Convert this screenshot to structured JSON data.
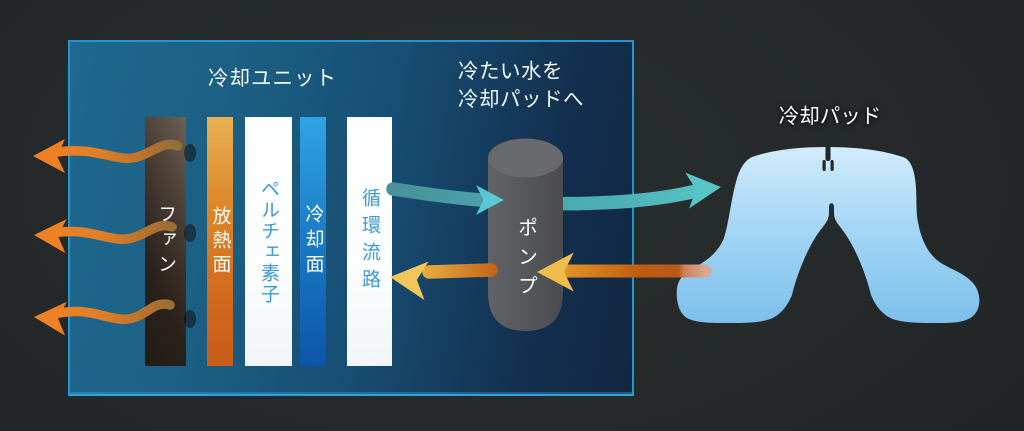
{
  "diagram": {
    "unit": {
      "title": "冷却ユニット",
      "panel_color_left": "#20688e",
      "panel_color_right": "#112841",
      "border_color": "#2196d3"
    },
    "flow_note": {
      "line1": "冷たい水を",
      "line2": "冷却パッドへ"
    },
    "components": [
      {
        "id": "fan",
        "label": "ファン",
        "bar_color": "#3a2f26",
        "text_color": "#ffffff"
      },
      {
        "id": "heat-radiating-face",
        "label": "放熱面",
        "bar_color": "#d2691e",
        "text_color": "#ffffff"
      },
      {
        "id": "peltier-element",
        "label": "ペルチェ素子",
        "bar_color": "#fbfdfe",
        "text_color": "#3d9ad2"
      },
      {
        "id": "cooling-face",
        "label": "冷却面",
        "bar_color": "#1b7cc5",
        "text_color": "#ffffff"
      },
      {
        "id": "circulation-channel",
        "label": "循環流路",
        "bar_color": "#fbfdfe",
        "text_color": "#3d9ad2"
      }
    ],
    "pump": {
      "label": "ポンプ",
      "color": "#55565a"
    },
    "pad": {
      "label": "冷却パッド",
      "color_top": "#d3ecfc",
      "color_bottom": "#7cc0ec"
    },
    "arrows": {
      "exhaust_heat": {
        "count": 3,
        "color": "#ef8124",
        "direction": "left"
      },
      "cold_water": {
        "color": "#59c6c8",
        "direction": "right"
      },
      "warm_water_return": {
        "color": "#eca63c",
        "direction": "left"
      }
    }
  }
}
